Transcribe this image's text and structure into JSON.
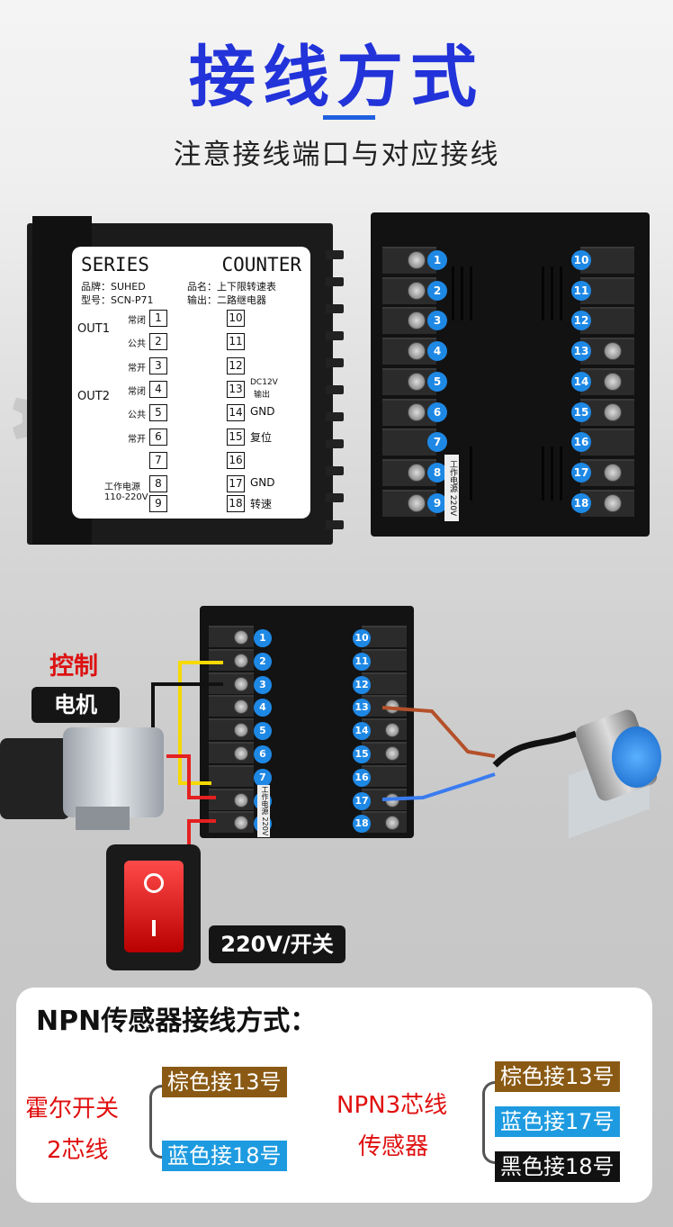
{
  "header": {
    "title": "接线方式",
    "subtitle": "注意接线端口与对应接线"
  },
  "front_label": {
    "series": "SERIES",
    "counter": "COUNTER",
    "brand": "品牌：SUHED",
    "model": "型号：SCN-P71",
    "product": "品名：上下限转速表",
    "output": "输出：二路继电器",
    "out1": "OUT1",
    "out2": "OUT2",
    "nc": "常闭",
    "com": "公共",
    "no": "常开",
    "power": "工作电源",
    "voltage": "110-220V",
    "dc12v": "DC12V",
    "dc_out": "输出",
    "gnd": "GND",
    "reset": "复位",
    "speed": "转速",
    "left_terms": [
      "1",
      "2",
      "3",
      "4",
      "5",
      "6",
      "7",
      "8",
      "9"
    ],
    "right_terms": [
      "10",
      "11",
      "12",
      "13",
      "14",
      "15",
      "16",
      "17",
      "18"
    ]
  },
  "back_label": {
    "power_text": "工作电源 220V"
  },
  "wiring": {
    "control": "控制",
    "motor": "电机",
    "switch": "220V/开关"
  },
  "bottom": {
    "title": "NPN传感器接线方式：",
    "hall_line1": "霍尔开关",
    "hall_line2": "2芯线",
    "hall_brown": "棕色接13号",
    "hall_blue": "蓝色接18号",
    "npn_line1": "NPN3芯线",
    "npn_line2": "传感器",
    "npn_brown": "棕色接13号",
    "npn_blue": "蓝色接17号",
    "npn_black": "黑色接18号"
  },
  "colors": {
    "title_blue": "#2233d9",
    "badge_blue": "#1e88e5",
    "brown": "#8a5a14",
    "blue": "#1e9be0",
    "red": "#e01010"
  }
}
